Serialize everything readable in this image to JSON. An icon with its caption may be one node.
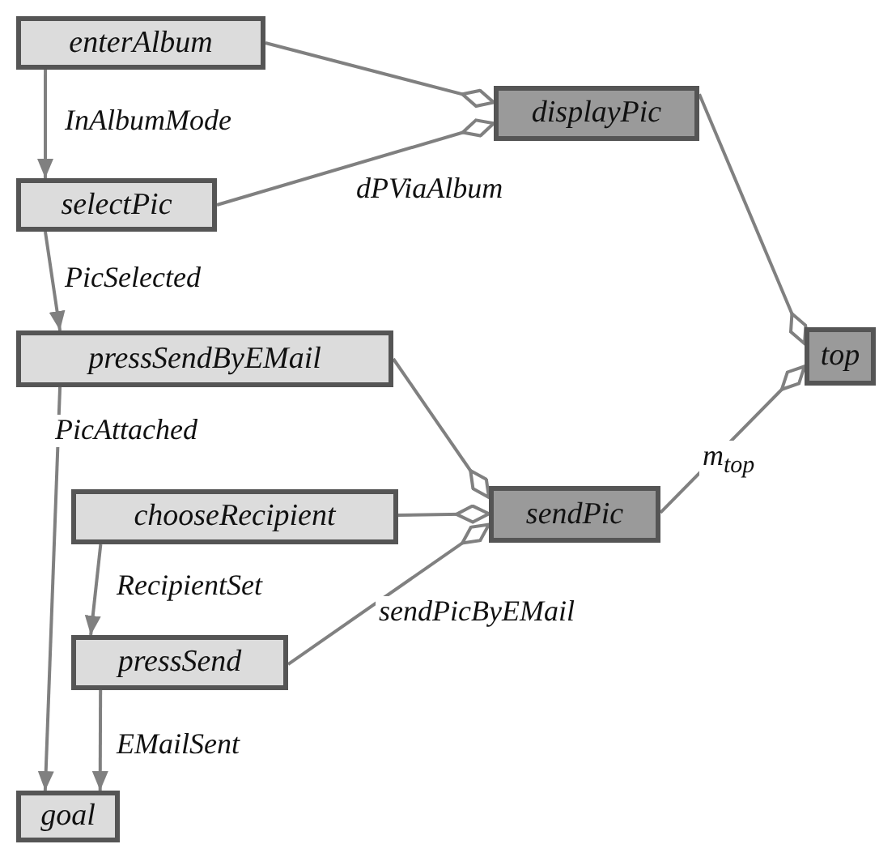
{
  "diagram": {
    "nodes": [
      {
        "text": [
          "enterAlbum"
        ]
      },
      {
        "text": [
          "displayPic"
        ]
      },
      {
        "text": [
          "selectPic"
        ]
      },
      {
        "text": [
          "pressSendByEMail"
        ]
      },
      {
        "text": [
          "top"
        ]
      },
      {
        "text": [
          "chooseRecipient"
        ]
      },
      {
        "text": [
          "sendPic"
        ]
      },
      {
        "text": [
          "pressSend"
        ]
      },
      {
        "text": [
          "goal"
        ]
      }
    ],
    "edges": [
      {
        "from": 0,
        "to": 2,
        "arrow": "to",
        "label": "InAlbumMode"
      },
      {
        "from": 0,
        "to": 1,
        "arrow": "other"
      },
      {
        "from": 2,
        "to": 1,
        "arrow": "other",
        "label": "dPViaAlbum"
      },
      {
        "from": 1,
        "to": 4,
        "arrow": "other"
      },
      {
        "from": 2,
        "to": 3,
        "arrow": "to",
        "label": "PicSelected"
      },
      {
        "from": 3,
        "to": 8,
        "arrow": "to",
        "label": "PicAttached"
      },
      {
        "from": 3,
        "to": 6,
        "arrow": "other"
      },
      {
        "from": 5,
        "to": 6,
        "arrow": "other"
      },
      {
        "from": 7,
        "to": 6,
        "arrow": "other",
        "label": "sendPicByEMail"
      },
      {
        "from": 6,
        "to": 4,
        "arrow": "other",
        "label": "m$_{top}$"
      },
      {
        "from": 5,
        "to": 7,
        "arrow": "to",
        "label": "RecipientSet"
      },
      {
        "from": 7,
        "to": 8,
        "arrow": "to",
        "label": "EMailSent"
      }
    ]
  }
}
